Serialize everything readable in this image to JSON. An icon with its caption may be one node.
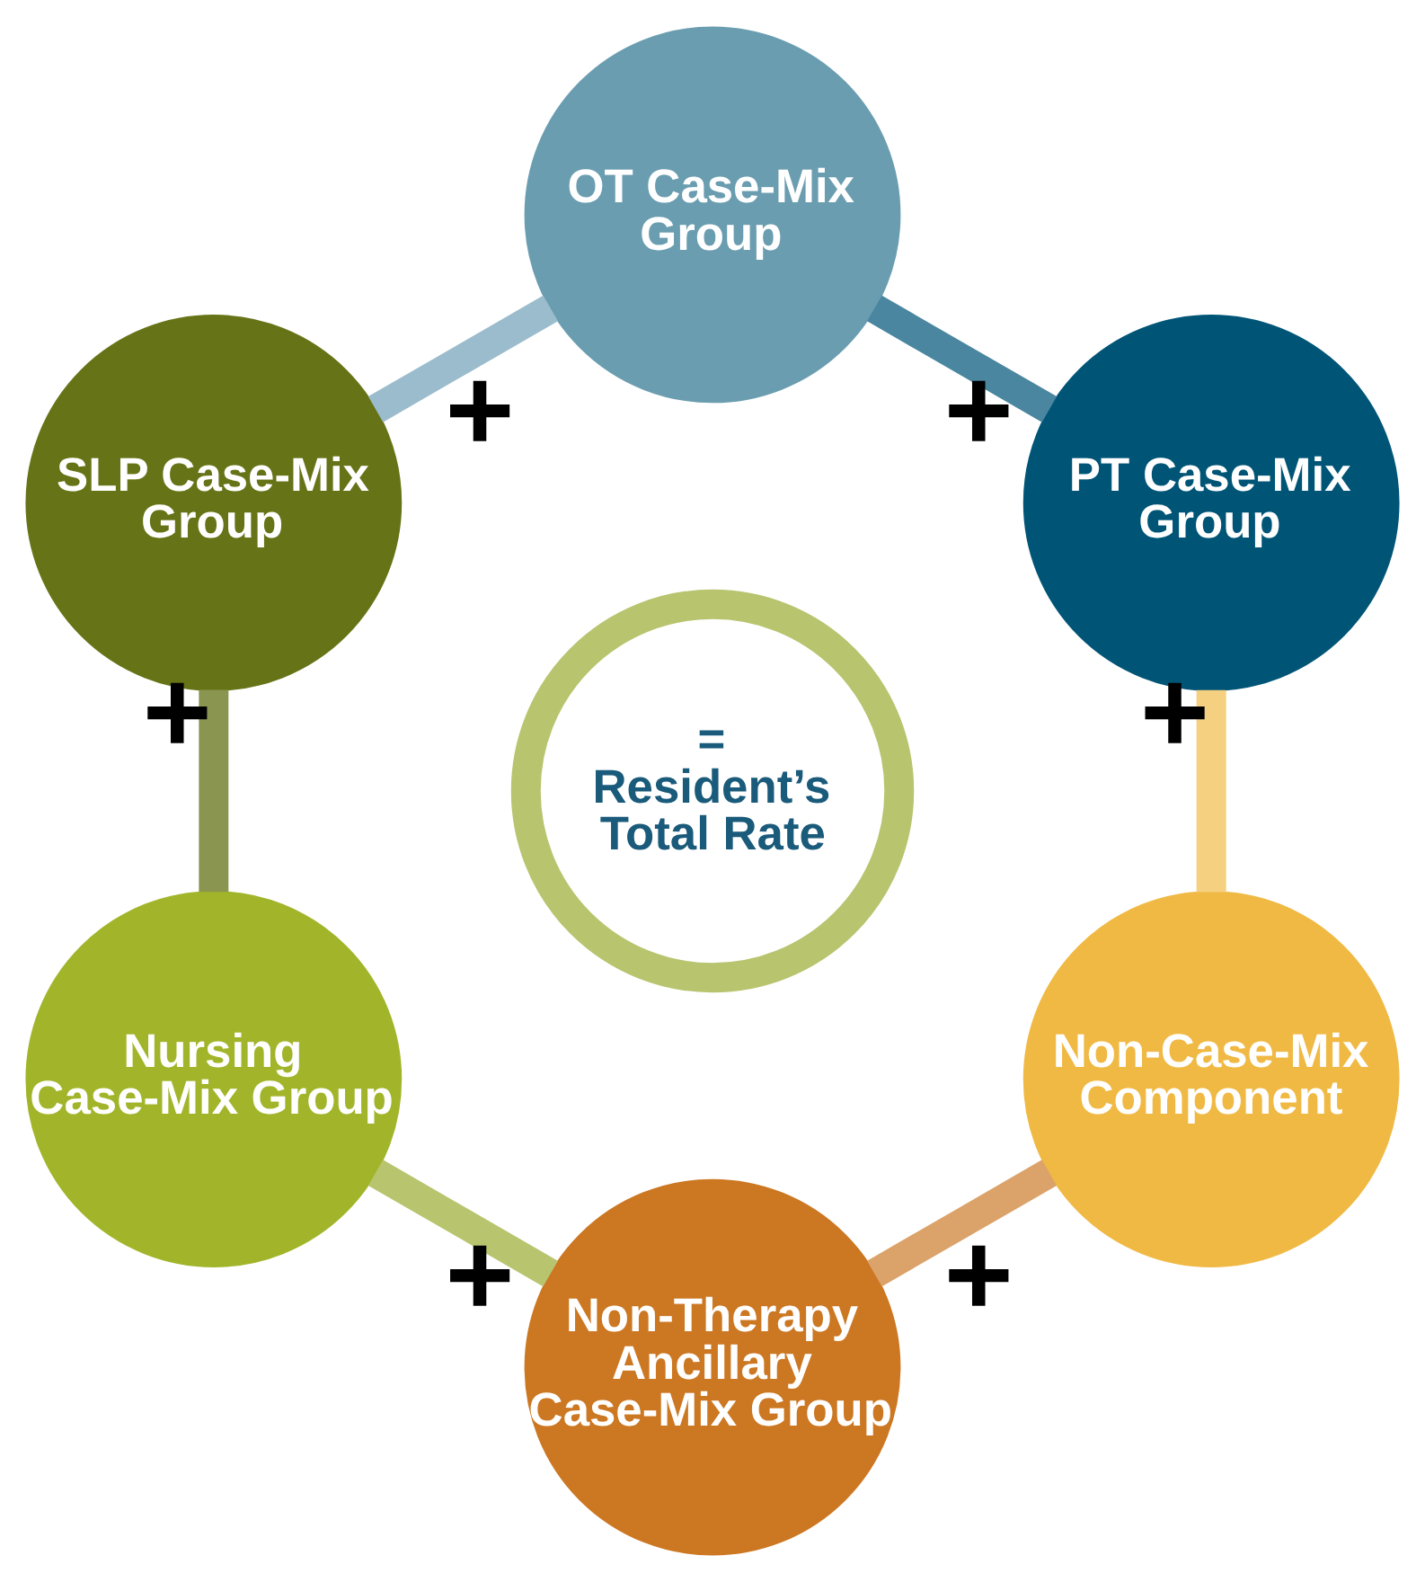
{
  "diagram": {
    "nodes": [
      {
        "text": [
          "PT Case-Mix Group"
        ]
      },
      {
        "text": [
          "OT Case-Mix Group"
        ]
      },
      {
        "text": [
          "SLP Case-Mix Group"
        ]
      },
      {
        "text": [
          "Nursing Case-Mix Group"
        ]
      },
      {
        "text": [
          "Non-Therapy Ancillary Case-Mix Group"
        ]
      },
      {
        "text": [
          "Non-Case-Mix Component"
        ]
      },
      {
        "text": [
          "=",
          "Resident’s Total Rate"
        ]
      }
    ],
    "edges": [
      {
        "from": 0,
        "to": 1,
        "arrow": "none",
        "label": "+",
        "color": "#4a86a0"
      },
      {
        "from": 1,
        "to": 2,
        "arrow": "none",
        "label": "+",
        "color": "#9bbccc"
      },
      {
        "from": 2,
        "to": 3,
        "arrow": "none",
        "label": "+",
        "color": "#8a9650"
      },
      {
        "from": 3,
        "to": 4,
        "arrow": "none",
        "label": "+",
        "color": "#b8c46e"
      },
      {
        "from": 4,
        "to": 5,
        "arrow": "none",
        "label": "+",
        "color": "#dba26a"
      },
      {
        "from": 5,
        "to": 0,
        "arrow": "none",
        "label": "+",
        "color": "#f5d080"
      }
    ]
  }
}
